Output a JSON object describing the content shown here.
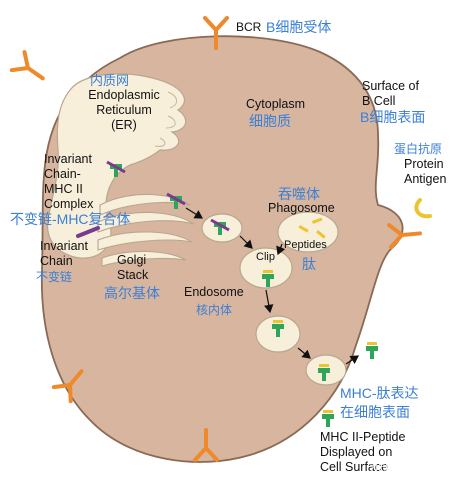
{
  "labels": {
    "bcr": "BCR",
    "bcr_cn": "B细胞受体",
    "er_cn": "内质网",
    "er": "Endoplasmic\nReticulum\n(ER)",
    "cytoplasm": "Cytoplasm",
    "cytoplasm_cn": "细胞质",
    "surface": "Surface of\nB Cell",
    "surface_cn": "B细胞表面",
    "protein_cn": "蛋白抗原",
    "protein": "Protein\nAntigen",
    "complex": "Invariant\nChain-\nMHC II\nComplex",
    "complex_cn": "不变链-MHC复合体",
    "invariant": "Invariant\nChain",
    "invariant_cn": "不变链",
    "golgi": "Golgi\nStack",
    "golgi_cn": "高尔基体",
    "phagosome_cn": "吞噬体",
    "phagosome": "Phagosome",
    "peptides": "Peptides",
    "peptides_cn": "肽",
    "clip": "Clip",
    "endosome": "Endosome",
    "endosome_cn": "核内体",
    "mhc_cn_1": "MHC-肽表达",
    "mhc_cn_2": "在细胞表面",
    "mhc_display": "MHC II-Peptide\nDisplayed on\nCell Surface",
    "watermark": "知乎 @蠢蠢爸"
  },
  "colors": {
    "cell_fill": "#d7b59f",
    "cell_stroke": "#8a6a55",
    "organelle_fill": "#f7efd9",
    "organelle_stroke": "#b8a78f",
    "bcr_orange": "#ee8a2c",
    "mhc_green": "#2ea55a",
    "invariant_purple": "#7a3a8f",
    "peptide_yellow": "#ecc52e",
    "chinese_blue": "#3b7fd6",
    "arrow": "#111111"
  }
}
